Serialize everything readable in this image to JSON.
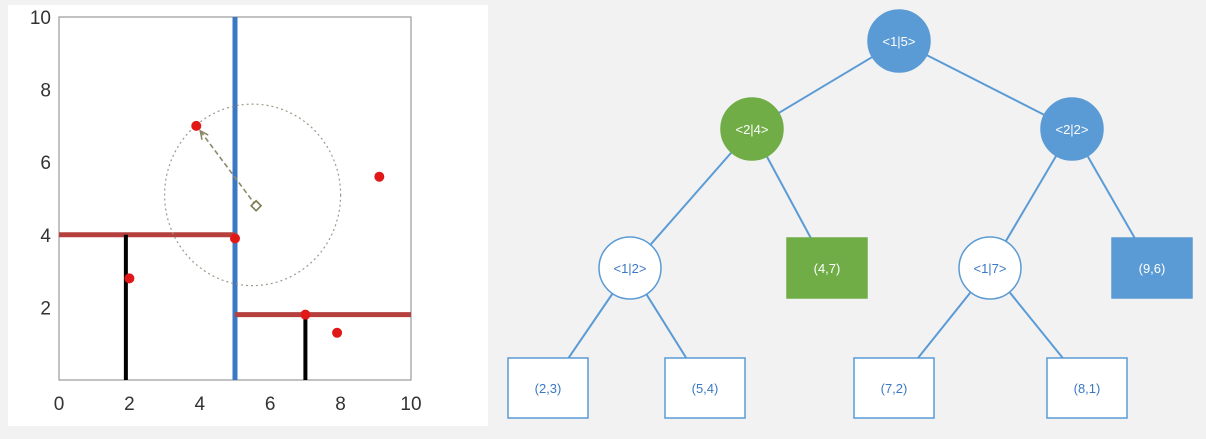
{
  "plot": {
    "x_ticks": [
      "0",
      "2",
      "4",
      "6",
      "8",
      "10"
    ],
    "y_ticks": [
      "2",
      "4",
      "6",
      "8",
      "10"
    ],
    "xlim": [
      0,
      10
    ],
    "ylim": [
      0,
      10
    ],
    "points": [
      {
        "x": 2,
        "y": 2.8
      },
      {
        "x": 3.9,
        "y": 7.0
      },
      {
        "x": 5,
        "y": 3.9
      },
      {
        "x": 7,
        "y": 1.8
      },
      {
        "x": 7.9,
        "y": 1.3
      },
      {
        "x": 9.1,
        "y": 5.6
      }
    ],
    "query_point": {
      "x": 5.6,
      "y": 4.8
    },
    "search_circle": {
      "cx": 5.5,
      "cy": 5.1,
      "r": 2.5
    },
    "splits": [
      {
        "orientation": "vertical",
        "at": 5,
        "from": 0,
        "to": 10,
        "color": "#3a78c4"
      },
      {
        "orientation": "horizontal",
        "at": 4,
        "from": 0,
        "to": 5,
        "color": "#b5403e"
      },
      {
        "orientation": "horizontal",
        "at": 1.8,
        "from": 5,
        "to": 10,
        "color": "#b5403e"
      },
      {
        "orientation": "vertical",
        "at": 1.9,
        "from": 0,
        "to": 4,
        "color": "#000000"
      },
      {
        "orientation": "vertical",
        "at": 7,
        "from": 0,
        "to": 1.8,
        "color": "#000000"
      }
    ]
  },
  "tree": {
    "nodes": [
      {
        "id": "n0",
        "label": "<1|5>",
        "shape": "circle",
        "style": "blue"
      },
      {
        "id": "n1",
        "label": "<2|4>",
        "shape": "circle",
        "style": "green"
      },
      {
        "id": "n2",
        "label": "<2|2>",
        "shape": "circle",
        "style": "blue"
      },
      {
        "id": "n3",
        "label": "<1|2>",
        "shape": "circle",
        "style": "outline"
      },
      {
        "id": "n4",
        "label": "(4,7)",
        "shape": "rect",
        "style": "green"
      },
      {
        "id": "n5",
        "label": "<1|7>",
        "shape": "circle",
        "style": "outline"
      },
      {
        "id": "n6",
        "label": "(9,6)",
        "shape": "rect",
        "style": "blue"
      },
      {
        "id": "n7",
        "label": "(2,3)",
        "shape": "rect",
        "style": "outline"
      },
      {
        "id": "n8",
        "label": "(5,4)",
        "shape": "rect",
        "style": "outline"
      },
      {
        "id": "n9",
        "label": "(7,2)",
        "shape": "rect",
        "style": "outline"
      },
      {
        "id": "n10",
        "label": "(8,1)",
        "shape": "rect",
        "style": "outline"
      }
    ],
    "edges": [
      [
        "n0",
        "n1"
      ],
      [
        "n0",
        "n2"
      ],
      [
        "n1",
        "n3"
      ],
      [
        "n1",
        "n4"
      ],
      [
        "n2",
        "n5"
      ],
      [
        "n2",
        "n6"
      ],
      [
        "n3",
        "n7"
      ],
      [
        "n3",
        "n8"
      ],
      [
        "n5",
        "n9"
      ],
      [
        "n5",
        "n10"
      ]
    ]
  },
  "colors": {
    "blue": "#5b9bd5",
    "green": "#70ad47",
    "edge": "#5b9bd5",
    "outline_text": "#3a78c4",
    "point": "#e01818",
    "arrow": "#8a8a6a"
  }
}
